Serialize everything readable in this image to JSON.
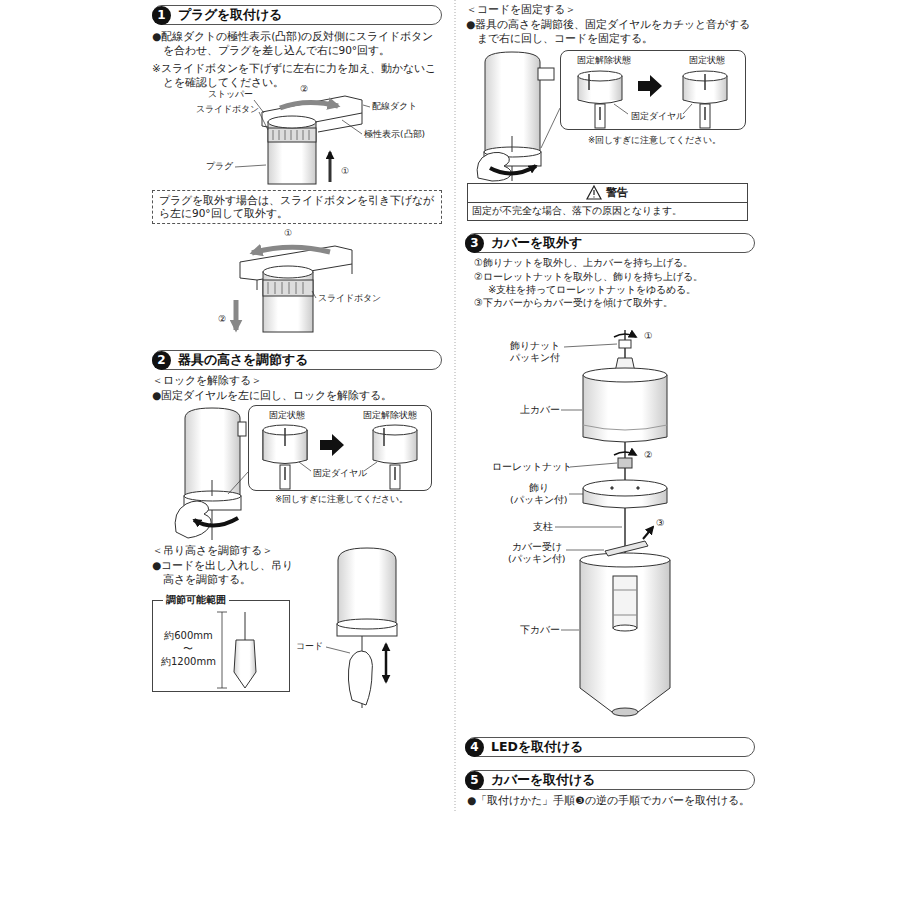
{
  "diagram": {
    "nodes": [
      {
        "text": [
          "1",
          "プラグを取付ける"
        ]
      },
      {
        "text": [
          "プラグを取外す場合は、スライドボタンを引き下げながら左に90°回して取外す。"
        ]
      },
      {
        "text": [
          "2",
          "器具の高さを調節する"
        ]
      },
      {
        "text": [
          "固定状態",
          "固定解除状態",
          "固定ダイヤル"
        ]
      },
      {
        "text": [
          "調節可能範囲",
          "約600mm 〜 約1200mm"
        ]
      },
      {
        "text": [
          "固定解除状態",
          "固定状態",
          "固定ダイヤル"
        ]
      },
      {
        "text": [
          "警告",
          "固定が不完全な場合、落下の原因となります。"
        ]
      },
      {
        "text": [
          "3",
          "カバーを取外す"
        ]
      },
      {
        "text": [
          "4",
          "LEDを取付ける"
        ]
      },
      {
        "text": [
          "5",
          "カバーを取付ける"
        ]
      }
    ],
    "labels": [
      "●配線ダクトの極性表示(凸部)の反対側にスライドボタンを合わせ、プラグを差し込んで右に90°回す。",
      "※スライドボタンを下げずに左右に力を加え、動かないことを確認してください。",
      "ストッパー",
      "スライドボタン",
      "配線ダクト",
      "極性表示(凸部)",
      "プラグ",
      "②",
      "①",
      "①",
      "スライドボタン",
      "②",
      "＜ロックを解除する＞",
      "●固定ダイヤルを左に回し、ロックを解除する。",
      "※回しすぎに注意してください。",
      "＜吊り高さを調節する＞",
      "●コードを出し入れし、吊り高さを調節する。",
      "コード",
      "＜コードを固定する＞",
      "●器具の高さを調節後、固定ダイヤルをカチッと音がするまで右に回し、コードを固定する。",
      "※回しすぎに注意してください。",
      "①飾りナットを取外し、上カバーを持ち上げる。",
      "②ローレットナットを取外し、飾りを持ち上げる。",
      "※支柱を持ってローレットナットをゆるめる。",
      "③下カバーからカバー受けを傾けて取外す。",
      "飾りナット パッキン付",
      "①",
      "上カバー",
      "ローレットナット",
      "②",
      "飾り (パッキン付)",
      "支柱",
      "③",
      "カバー受け (パッキン付)",
      "下カバー",
      "●「取付けかた」手順❸の逆の手順でカバーを取付ける。"
    ]
  }
}
